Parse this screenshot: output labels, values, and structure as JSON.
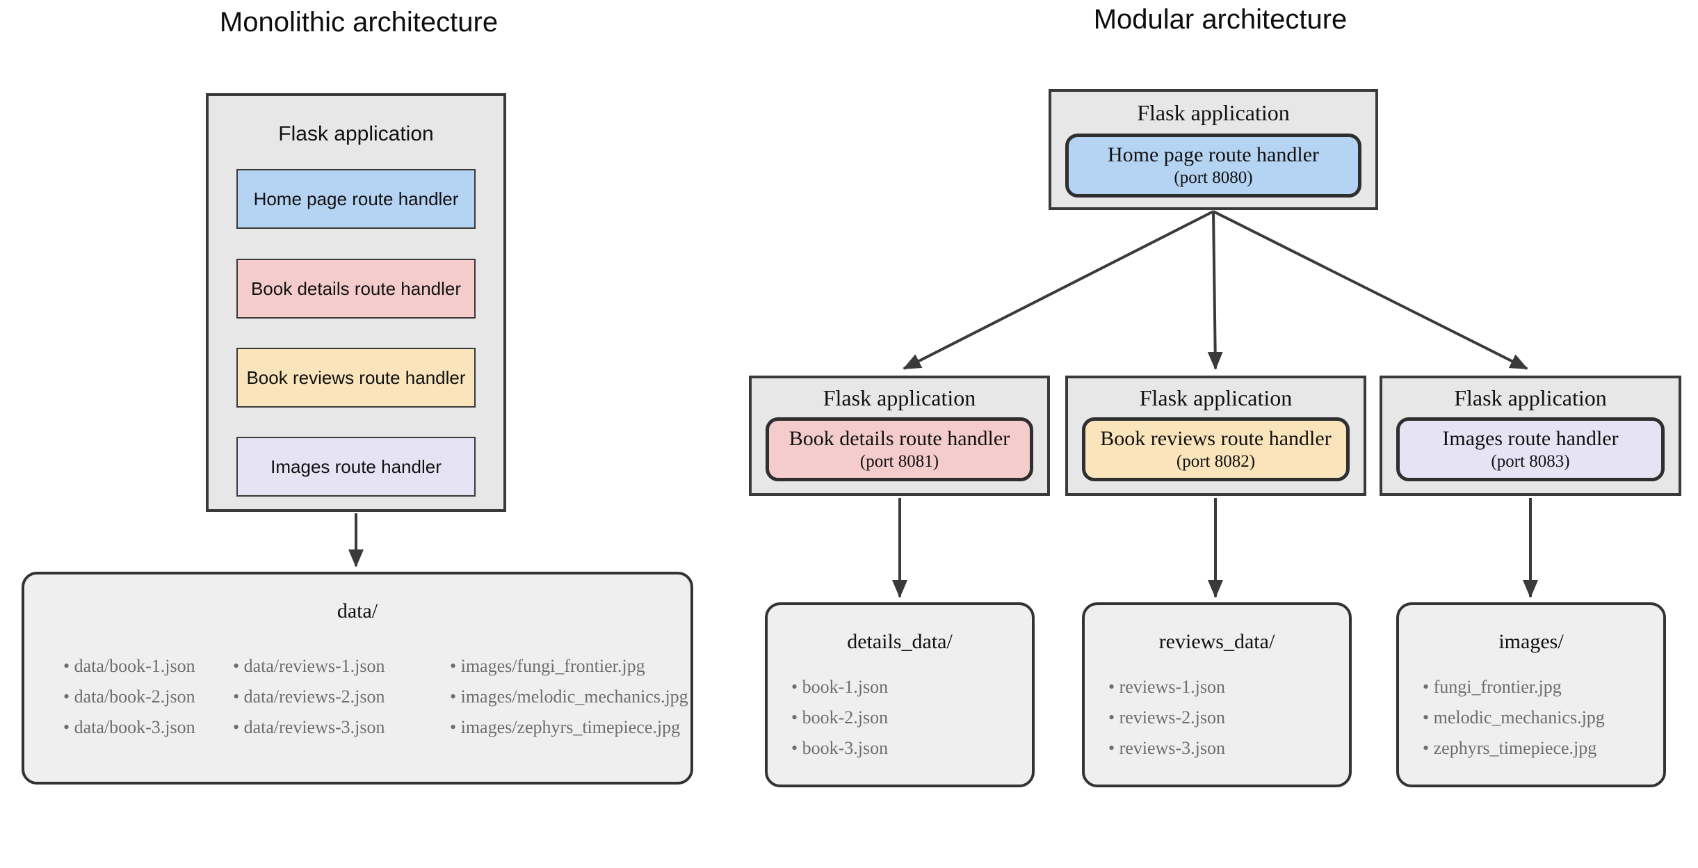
{
  "palette": {
    "app_fill": "#e7e7e7",
    "data_fill": "#efefef",
    "border": "#3a3a3a",
    "arrow": "#3a3a3a",
    "blue": "#b5d3f2",
    "pink": "#f5cccc",
    "yellow": "#f9e4bb",
    "lavender": "#e6e4f4",
    "list_text": "#6e6e6e"
  },
  "monolithic": {
    "title": "Monolithic architecture",
    "app": {
      "title": "Flask application",
      "handlers": [
        {
          "label": "Home page route handler",
          "color": "#b5d3f2"
        },
        {
          "label": "Book details route handler",
          "color": "#f5cccc"
        },
        {
          "label": "Book reviews route handler",
          "color": "#f9e4bb"
        },
        {
          "label": "Images route handler",
          "color": "#e6e4f4"
        }
      ]
    },
    "data_store": {
      "title": "data/",
      "columns": [
        {
          "items": [
            "data/book-1.json",
            "data/book-2.json",
            "data/book-3.json"
          ]
        },
        {
          "items": [
            "data/reviews-1.json",
            "data/reviews-2.json",
            "data/reviews-3.json"
          ]
        },
        {
          "items": [
            "images/fungi_frontier.jpg",
            "images/melodic_mechanics.jpg",
            "images/zephyrs_timepiece.jpg"
          ]
        }
      ]
    }
  },
  "modular": {
    "title": "Modular architecture",
    "gateway": {
      "app_title": "Flask application",
      "handler": {
        "label": "Home page route handler",
        "port": "(port 8080)",
        "color": "#b5d3f2"
      }
    },
    "services": [
      {
        "app_title": "Flask application",
        "handler": {
          "label": "Book details route handler",
          "port": "(port 8081)",
          "color": "#f5cccc"
        },
        "data_store": {
          "title": "details_data/",
          "items": [
            "book-1.json",
            "book-2.json",
            "book-3.json"
          ]
        }
      },
      {
        "app_title": "Flask application",
        "handler": {
          "label": "Book reviews route handler",
          "port": "(port 8082)",
          "color": "#f9e4bb"
        },
        "data_store": {
          "title": "reviews_data/",
          "items": [
            "reviews-1.json",
            "reviews-2.json",
            "reviews-3.json"
          ]
        }
      },
      {
        "app_title": "Flask application",
        "handler": {
          "label": "Images route handler",
          "port": "(port 8083)",
          "color": "#e6e4f4"
        },
        "data_store": {
          "title": "images/",
          "items": [
            "fungi_frontier.jpg",
            "melodic_mechanics.jpg",
            "zephyrs_timepiece.jpg"
          ]
        }
      }
    ]
  }
}
